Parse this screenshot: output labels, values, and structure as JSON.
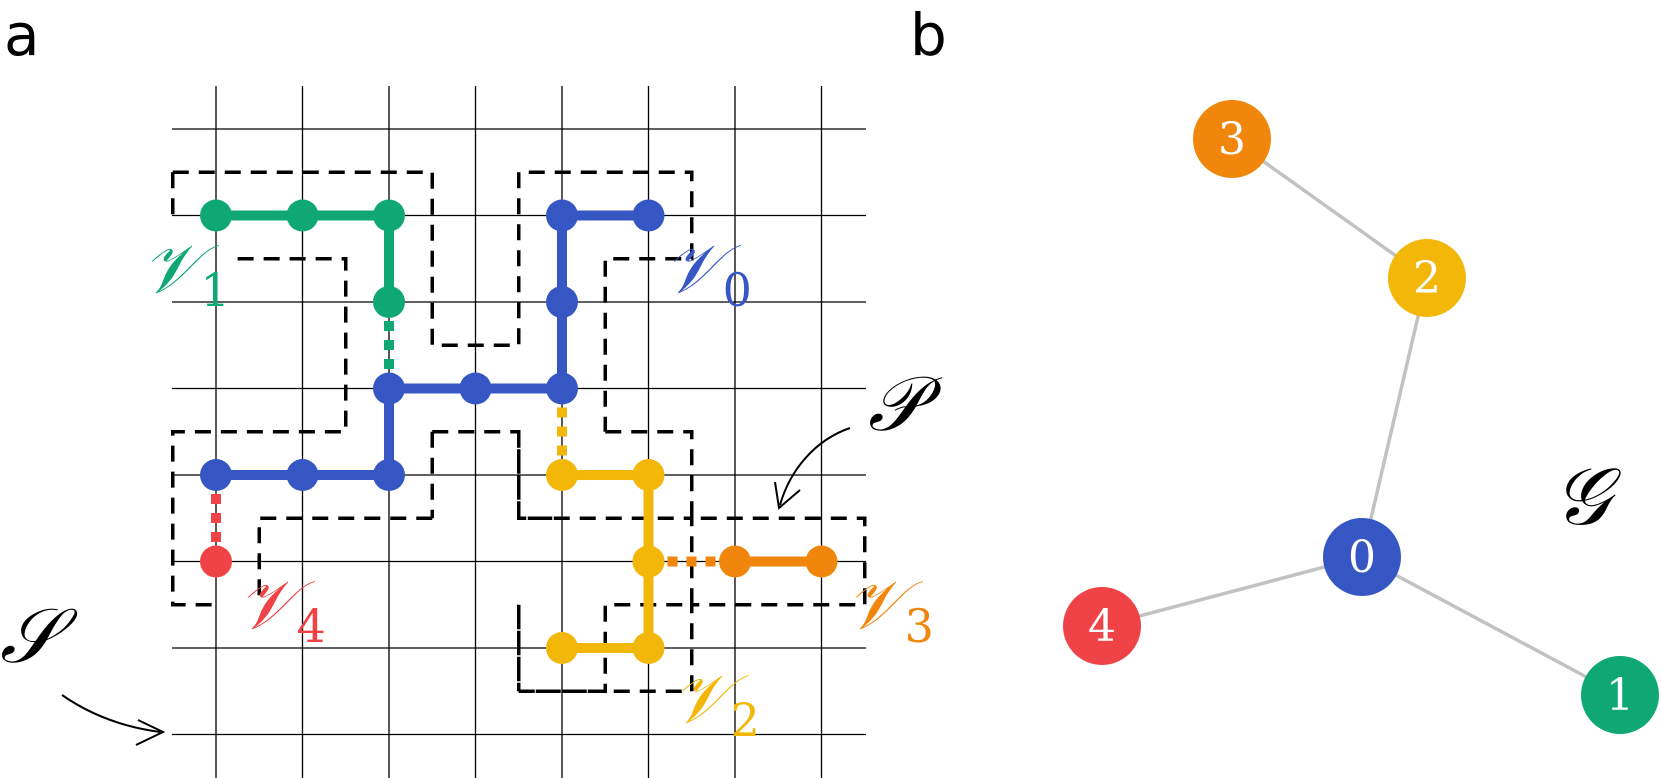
{
  "panels": {
    "a": "a",
    "b": "b"
  },
  "colors": {
    "v0": "#3656c3",
    "v1": "#0fa874",
    "v2": "#f2b709",
    "v3": "#f0860b",
    "v4": "#ef4347",
    "edge": "#c2c2c2",
    "grid": "#000000"
  },
  "labels": {
    "S": "𝒮",
    "P": "𝒫",
    "G": "𝒢",
    "regions": [
      {
        "id": "v0",
        "symbol": "𝒱",
        "sub": "0"
      },
      {
        "id": "v1",
        "symbol": "𝒱",
        "sub": "1"
      },
      {
        "id": "v2",
        "symbol": "𝒱",
        "sub": "2"
      },
      {
        "id": "v3",
        "symbol": "𝒱",
        "sub": "3"
      },
      {
        "id": "v4",
        "symbol": "𝒱",
        "sub": "4"
      }
    ]
  },
  "graph": {
    "nodes": [
      {
        "id": "0",
        "label": "0",
        "color": "v0"
      },
      {
        "id": "1",
        "label": "1",
        "color": "v1"
      },
      {
        "id": "2",
        "label": "2",
        "color": "v2"
      },
      {
        "id": "3",
        "label": "3",
        "color": "v3"
      },
      {
        "id": "4",
        "label": "4",
        "color": "v4"
      }
    ],
    "edges": [
      [
        "3",
        "2"
      ],
      [
        "2",
        "0"
      ],
      [
        "0",
        "4"
      ],
      [
        "0",
        "1"
      ]
    ]
  }
}
